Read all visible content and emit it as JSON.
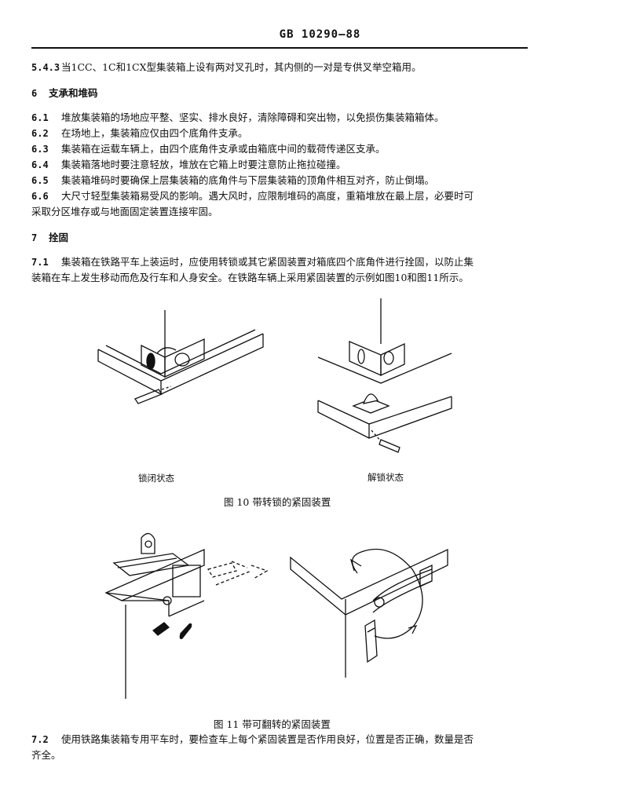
{
  "header": {
    "code": "GB 10290—88"
  },
  "clause_5_4_3": {
    "num": "5.4.3",
    "text": "当1CC、1C和1CX型集装箱上设有两对叉孔时，其内侧的一对是专供叉举空箱用。"
  },
  "section_6": {
    "num": "6",
    "title": "支承和堆码"
  },
  "clauses_6": [
    {
      "num": "6.1",
      "text": "堆放集装箱的场地应平整、坚实、排水良好，清除障碍和突出物，以免损伤集装箱箱体。"
    },
    {
      "num": "6.2",
      "text": "在场地上，集装箱应仅由四个底角件支承。"
    },
    {
      "num": "6.3",
      "text": "集装箱在运载车辆上，由四个底角件支承或由箱底中间的载荷传递区支承。"
    },
    {
      "num": "6.4",
      "text": "集装箱落地时要注意轻放，堆放在它箱上时要注意防止拖拉碰撞。"
    },
    {
      "num": "6.5",
      "text": "集装箱堆码时要确保上层集装箱的底角件与下层集装箱的顶角件相互对齐，防止倒塌。"
    },
    {
      "num": "6.6",
      "text": "大尺寸轻型集装箱易受风的影响。遇大风时，应限制堆码的高度，重箱堆放在最上层，必要时可",
      "cont": "采取分区堆存或与地面固定装置连接牢固。"
    }
  ],
  "section_7": {
    "num": "7",
    "title": "拴固"
  },
  "clause_7_1": {
    "num": "7.1",
    "text": "集装箱在铁路平车上装运时，应使用转锁或其它紧固装置对箱底四个底角件进行拴固，以防止集",
    "cont": "装箱在车上发生移动而危及行车和人身安全。在铁路车辆上采用紧固装置的示例如图10和图11所示。"
  },
  "figure_10": {
    "locked_label": "锁闭状态",
    "unlocked_label": "解锁状态",
    "caption": "图 10   带转锁的紧固装置"
  },
  "figure_11": {
    "caption": "图 11   带可翻转的紧固装置"
  },
  "clause_7_2": {
    "num": "7.2",
    "text": "使用铁路集装箱专用平车时，要检查车上每个紧固装置是否作用良好，位置是否正确，数量是否",
    "cont": "齐全。"
  }
}
